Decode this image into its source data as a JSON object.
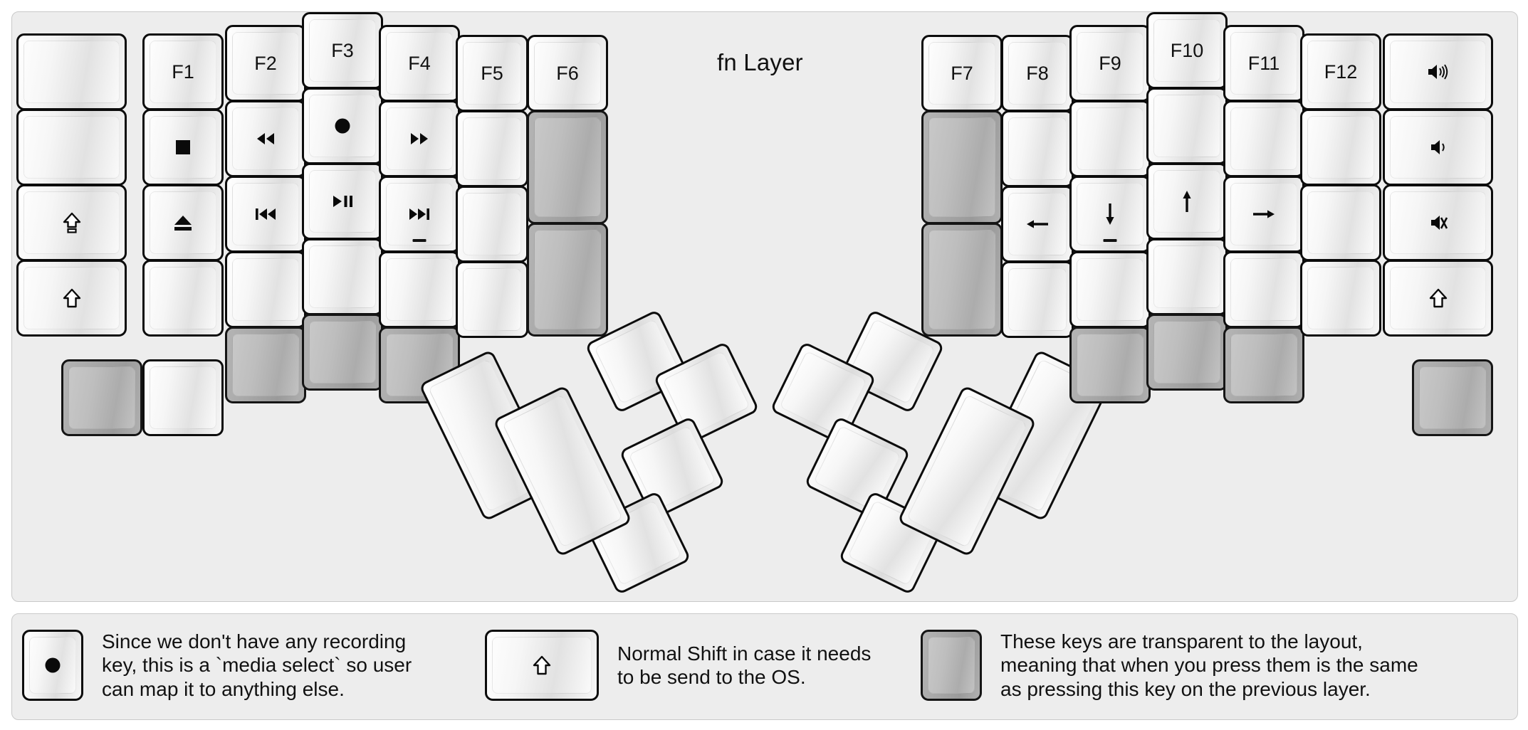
{
  "title": "fn Layer",
  "colors": {
    "background": "#ffffff",
    "panel": "#ededed",
    "panel_border": "#c9c9c9",
    "key_outline": "#0c0c0c",
    "key_face_light": "#ffffff",
    "key_face_shade": "#dcdcdc",
    "transparent_key": "#a8a8a8",
    "legend_text": "#111111"
  },
  "legend": [
    {
      "key_icon": "record-dot-icon",
      "key_variant": "normal",
      "text": "Since we don't have any recording\nkey, this is a `media select` so user\ncan map it to anything else."
    },
    {
      "key_icon": "shift-arrow-icon",
      "key_variant": "normal",
      "text": "Normal Shift in case it needs\nto be send to the OS."
    },
    {
      "key_icon": "",
      "key_variant": "transparent",
      "text": "These keys are transparent to the layout,\nmeaning that when you press them is the same\nas pressing this key on the previous layer."
    }
  ],
  "left_half": {
    "columns": [
      {
        "name": "col-pinky-outer",
        "keys": [
          {
            "label": "",
            "icon": "",
            "variant": "normal"
          },
          {
            "label": "",
            "icon": "",
            "variant": "normal"
          },
          {
            "label": "",
            "icon": "caps-lock-icon",
            "variant": "normal"
          },
          {
            "label": "",
            "icon": "shift-arrow-icon",
            "variant": "normal"
          },
          {
            "label": "",
            "icon": "",
            "variant": "transparent"
          }
        ]
      },
      {
        "name": "col-pinky",
        "keys": [
          {
            "label": "F1",
            "icon": "",
            "variant": "normal"
          },
          {
            "label": "",
            "icon": "media-stop-icon",
            "variant": "normal"
          },
          {
            "label": "",
            "icon": "media-eject-icon",
            "variant": "normal"
          },
          {
            "label": "",
            "icon": "",
            "variant": "normal"
          },
          {
            "label": "",
            "icon": "",
            "variant": "normal"
          }
        ]
      },
      {
        "name": "col-ring",
        "keys": [
          {
            "label": "F2",
            "icon": "",
            "variant": "normal"
          },
          {
            "label": "",
            "icon": "media-rewind-icon",
            "variant": "normal"
          },
          {
            "label": "",
            "icon": "media-prev-track-icon",
            "variant": "normal"
          },
          {
            "label": "",
            "icon": "",
            "variant": "normal"
          },
          {
            "label": "",
            "icon": "",
            "variant": "transparent"
          }
        ]
      },
      {
        "name": "col-middle",
        "keys": [
          {
            "label": "F3",
            "icon": "",
            "variant": "normal"
          },
          {
            "label": "",
            "icon": "media-record-icon",
            "variant": "normal"
          },
          {
            "label": "",
            "icon": "media-play-pause-icon",
            "variant": "normal"
          },
          {
            "label": "",
            "icon": "",
            "variant": "normal"
          },
          {
            "label": "",
            "icon": "",
            "variant": "transparent"
          }
        ]
      },
      {
        "name": "col-index",
        "keys": [
          {
            "label": "F4",
            "icon": "",
            "variant": "normal"
          },
          {
            "label": "",
            "icon": "media-fast-forward-icon",
            "variant": "normal"
          },
          {
            "label": "",
            "icon": "media-next-track-icon",
            "variant": "normal",
            "homing": true
          },
          {
            "label": "",
            "icon": "",
            "variant": "normal"
          },
          {
            "label": "",
            "icon": "",
            "variant": "transparent"
          }
        ]
      },
      {
        "name": "col-index-inner",
        "keys": [
          {
            "label": "F5",
            "icon": "",
            "variant": "normal"
          },
          {
            "label": "",
            "icon": "",
            "variant": "normal"
          },
          {
            "label": "",
            "icon": "",
            "variant": "normal"
          },
          {
            "label": "",
            "icon": "",
            "variant": "normal"
          }
        ]
      },
      {
        "name": "col-inner",
        "keys": [
          {
            "label": "F6",
            "icon": "",
            "variant": "normal"
          },
          {
            "label": "",
            "icon": "",
            "variant": "transparent"
          },
          {
            "label": "",
            "icon": "",
            "variant": "transparent"
          }
        ]
      }
    ],
    "thumb_cluster": [
      {
        "name": "thumb-large-1",
        "label": "",
        "icon": "",
        "variant": "normal"
      },
      {
        "name": "thumb-large-2",
        "label": "",
        "icon": "",
        "variant": "normal"
      },
      {
        "name": "thumb-small-1",
        "label": "",
        "icon": "",
        "variant": "normal"
      },
      {
        "name": "thumb-small-2",
        "label": "",
        "icon": "",
        "variant": "normal"
      },
      {
        "name": "thumb-small-3",
        "label": "",
        "icon": "",
        "variant": "normal"
      },
      {
        "name": "thumb-small-4",
        "label": "",
        "icon": "",
        "variant": "normal"
      }
    ]
  },
  "right_half": {
    "columns": [
      {
        "name": "col-inner",
        "keys": [
          {
            "label": "F7",
            "icon": "",
            "variant": "normal"
          },
          {
            "label": "",
            "icon": "",
            "variant": "transparent"
          },
          {
            "label": "",
            "icon": "",
            "variant": "transparent"
          }
        ]
      },
      {
        "name": "col-index-inner",
        "keys": [
          {
            "label": "F8",
            "icon": "",
            "variant": "normal"
          },
          {
            "label": "",
            "icon": "",
            "variant": "normal"
          },
          {
            "label": "",
            "icon": "arrow-left-icon",
            "variant": "normal"
          },
          {
            "label": "",
            "icon": "",
            "variant": "normal"
          }
        ]
      },
      {
        "name": "col-index",
        "keys": [
          {
            "label": "F9",
            "icon": "",
            "variant": "normal"
          },
          {
            "label": "",
            "icon": "",
            "variant": "normal"
          },
          {
            "label": "",
            "icon": "arrow-down-icon",
            "variant": "normal",
            "homing": true
          },
          {
            "label": "",
            "icon": "",
            "variant": "normal"
          },
          {
            "label": "",
            "icon": "",
            "variant": "transparent"
          }
        ]
      },
      {
        "name": "col-middle",
        "keys": [
          {
            "label": "F10",
            "icon": "",
            "variant": "normal"
          },
          {
            "label": "",
            "icon": "",
            "variant": "normal"
          },
          {
            "label": "",
            "icon": "arrow-up-icon",
            "variant": "normal"
          },
          {
            "label": "",
            "icon": "",
            "variant": "normal"
          },
          {
            "label": "",
            "icon": "",
            "variant": "transparent"
          }
        ]
      },
      {
        "name": "col-ring",
        "keys": [
          {
            "label": "F11",
            "icon": "",
            "variant": "normal"
          },
          {
            "label": "",
            "icon": "",
            "variant": "normal"
          },
          {
            "label": "",
            "icon": "arrow-right-icon",
            "variant": "normal"
          },
          {
            "label": "",
            "icon": "",
            "variant": "normal"
          },
          {
            "label": "",
            "icon": "",
            "variant": "transparent"
          }
        ]
      },
      {
        "name": "col-pinky",
        "keys": [
          {
            "label": "F12",
            "icon": "",
            "variant": "normal"
          },
          {
            "label": "",
            "icon": "",
            "variant": "normal"
          },
          {
            "label": "",
            "icon": "",
            "variant": "normal"
          },
          {
            "label": "",
            "icon": "",
            "variant": "normal"
          }
        ]
      },
      {
        "name": "col-pinky-outer",
        "keys": [
          {
            "label": "",
            "icon": "volume-up-icon",
            "variant": "normal"
          },
          {
            "label": "",
            "icon": "volume-down-icon",
            "variant": "normal"
          },
          {
            "label": "",
            "icon": "volume-mute-icon",
            "variant": "normal"
          },
          {
            "label": "",
            "icon": "shift-arrow-icon",
            "variant": "normal"
          },
          {
            "label": "",
            "icon": "",
            "variant": "transparent"
          }
        ]
      }
    ],
    "thumb_cluster": [
      {
        "name": "thumb-large-1",
        "label": "",
        "icon": "",
        "variant": "normal"
      },
      {
        "name": "thumb-large-2",
        "label": "",
        "icon": "",
        "variant": "normal"
      },
      {
        "name": "thumb-small-1",
        "label": "",
        "icon": "",
        "variant": "normal"
      },
      {
        "name": "thumb-small-2",
        "label": "",
        "icon": "",
        "variant": "normal"
      },
      {
        "name": "thumb-small-3",
        "label": "",
        "icon": "",
        "variant": "normal"
      },
      {
        "name": "thumb-small-4",
        "label": "",
        "icon": "",
        "variant": "normal"
      }
    ]
  }
}
